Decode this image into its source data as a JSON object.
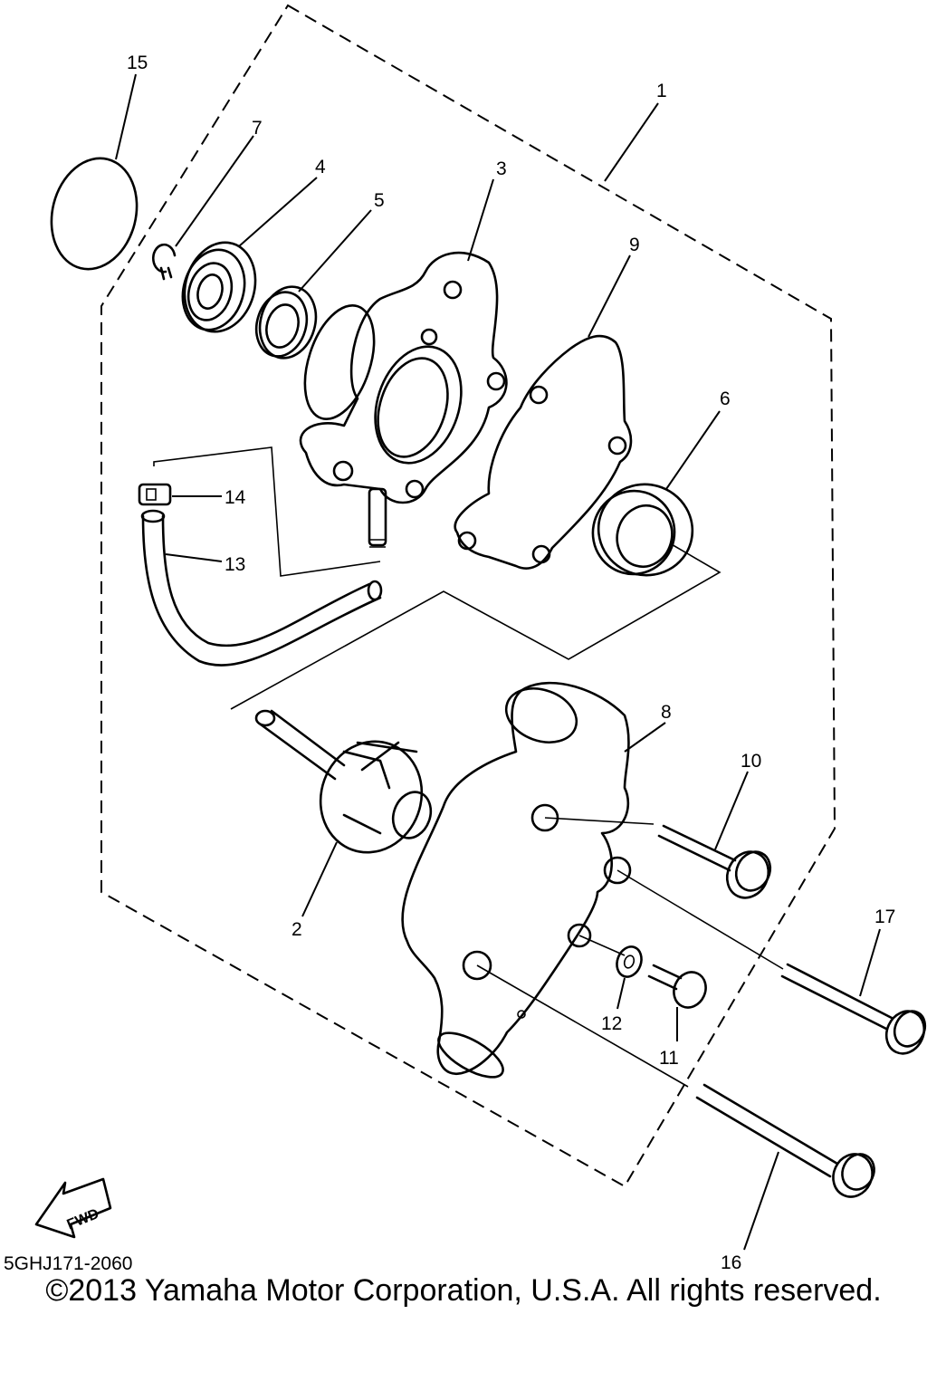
{
  "diagram": {
    "callouts": [
      {
        "id": "p15",
        "text": "15"
      },
      {
        "id": "p1",
        "text": "1"
      },
      {
        "id": "p7",
        "text": "7"
      },
      {
        "id": "p4",
        "text": "4"
      },
      {
        "id": "p3",
        "text": "3"
      },
      {
        "id": "p5",
        "text": "5"
      },
      {
        "id": "p9",
        "text": "9"
      },
      {
        "id": "p6",
        "text": "6"
      },
      {
        "id": "p14",
        "text": "14"
      },
      {
        "id": "p13",
        "text": "13"
      },
      {
        "id": "p8",
        "text": "8"
      },
      {
        "id": "p10",
        "text": "10"
      },
      {
        "id": "p2",
        "text": "2"
      },
      {
        "id": "p17",
        "text": "17"
      },
      {
        "id": "p12",
        "text": "12"
      },
      {
        "id": "p11",
        "text": "11"
      },
      {
        "id": "p16",
        "text": "16"
      }
    ],
    "fwd_label": "FWD",
    "drawing_code": "5GHJ171-2060",
    "copyright": "©2013 Yamaha Motor Corporation, U.S.A. All rights reserved."
  }
}
